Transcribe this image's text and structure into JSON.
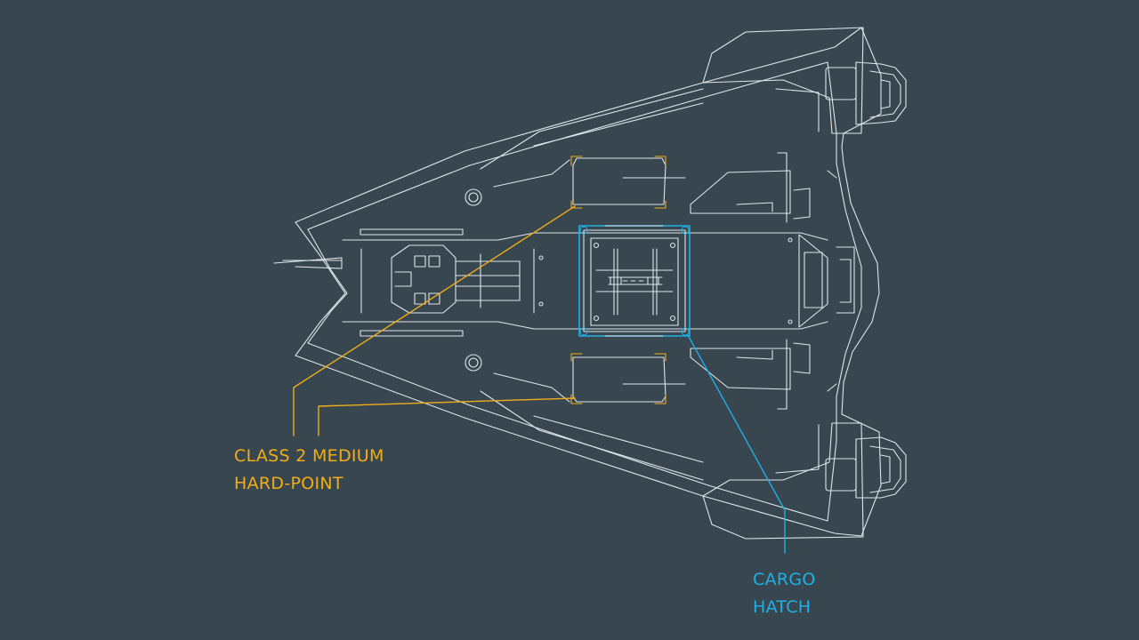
{
  "diagram": {
    "subject": "ship top-down schematic",
    "colors": {
      "background": "#37464f",
      "hull_line": "#dfe6ea",
      "hardpoint_accent": "#f2ad1a",
      "cargo_accent": "#1fb1e6"
    },
    "callouts": {
      "hardpoint": {
        "line1": "CLASS 2 MEDIUM",
        "line2": "HARD-POINT"
      },
      "cargo": {
        "line1": "CARGO",
        "line2": "HATCH"
      }
    }
  }
}
